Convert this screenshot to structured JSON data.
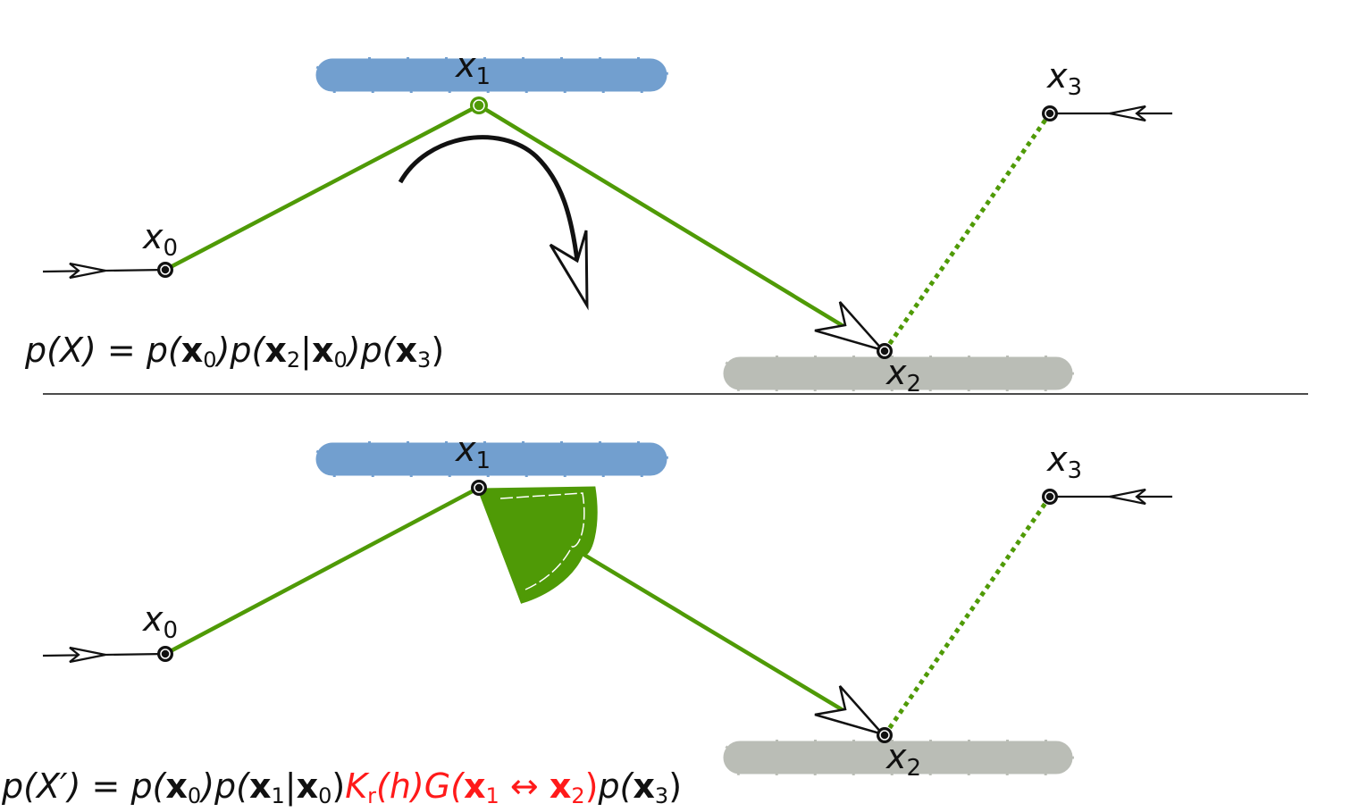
{
  "colors": {
    "path_green": "#4f9a06",
    "light_blue_surface": "#729fcf",
    "gray_surface": "#babdb6",
    "factor_red": "#ff1a1a",
    "ink": "#111111"
  },
  "top_panel": {
    "labels": {
      "x0": {
        "base": "x",
        "sub": "0"
      },
      "x1": {
        "base": "x",
        "sub": "1"
      },
      "x2": {
        "base": "x",
        "sub": "2"
      },
      "x3": {
        "base": "x",
        "sub": "3"
      }
    },
    "equation": {
      "lhs": "p(X) =",
      "rhs_parts": [
        {
          "t": " p(",
          "style": "it"
        },
        {
          "t": "x",
          "style": "bf"
        },
        {
          "t": "0",
          "style": "sub"
        },
        {
          "t": ")p(",
          "style": "it"
        },
        {
          "t": "x",
          "style": "bf"
        },
        {
          "t": "2",
          "style": "sub"
        },
        {
          "t": "|",
          "style": "rm"
        },
        {
          "t": "x",
          "style": "bf"
        },
        {
          "t": "0",
          "style": "sub"
        },
        {
          "t": ")p(",
          "style": "it"
        },
        {
          "t": "x",
          "style": "bf"
        },
        {
          "t": "3",
          "style": "sub"
        },
        {
          "t": ")",
          "style": "rm"
        }
      ]
    }
  },
  "bottom_panel": {
    "labels": {
      "x0": {
        "base": "x",
        "sub": "0"
      },
      "x1": {
        "base": "x",
        "sub": "1"
      },
      "x2": {
        "base": "x",
        "sub": "2"
      },
      "x3": {
        "base": "x",
        "sub": "3"
      }
    },
    "equation": {
      "lhs": "p(X′) =",
      "rhs_parts": [
        {
          "t": " p(",
          "style": "it"
        },
        {
          "t": "x",
          "style": "bf"
        },
        {
          "t": "0",
          "style": "sub"
        },
        {
          "t": ")p(",
          "style": "it"
        },
        {
          "t": "x",
          "style": "bf"
        },
        {
          "t": "1",
          "style": "sub"
        },
        {
          "t": "|",
          "style": "rm"
        },
        {
          "t": "x",
          "style": "bf"
        },
        {
          "t": "0",
          "style": "sub"
        },
        {
          "t": ")",
          "style": "rm"
        },
        {
          "t": "K",
          "style": "it-red"
        },
        {
          "t": "r",
          "style": "sub-red"
        },
        {
          "t": "(h)G(",
          "style": "it-red"
        },
        {
          "t": "x",
          "style": "bf-red"
        },
        {
          "t": "1",
          "style": "sub-red"
        },
        {
          "t": " ↔ ",
          "style": "rm-red"
        },
        {
          "t": "x",
          "style": "bf-red"
        },
        {
          "t": "2",
          "style": "sub-red"
        },
        {
          "t": ")",
          "style": "rm-red"
        },
        {
          "t": "p(",
          "style": "it"
        },
        {
          "t": "x",
          "style": "bf"
        },
        {
          "t": "3",
          "style": "sub"
        },
        {
          "t": ")",
          "style": "rm"
        }
      ]
    }
  }
}
